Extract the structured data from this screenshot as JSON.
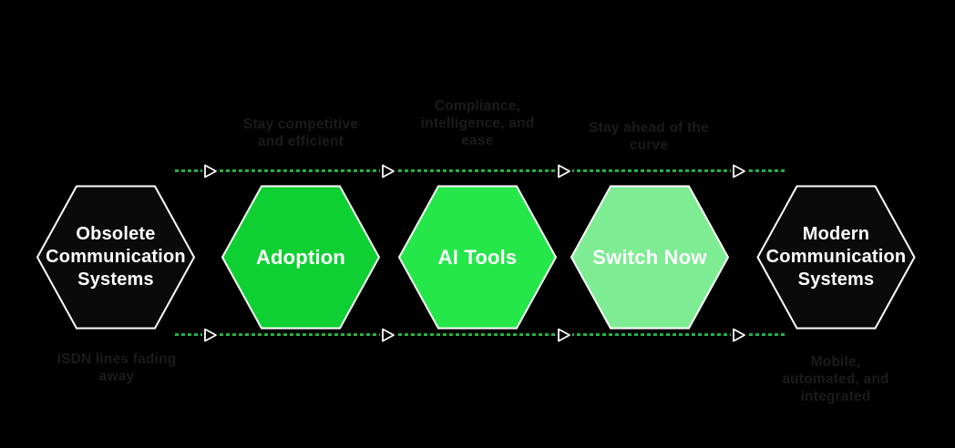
{
  "diagram": {
    "type": "process-flow",
    "background_color": "#000000",
    "flow_line": {
      "style": "dotted",
      "dash_color": "#22b144",
      "arrowhead_color": "#ffffff",
      "direction": "left-to-right"
    }
  },
  "hexagons": [
    {
      "id": "obsolete",
      "label": "Obsolete\nCommunication\nSystems",
      "fill": "#0a0a0a",
      "stroke": "#ffffff",
      "text_color": "#ffffff"
    },
    {
      "id": "adoption",
      "label": "Adoption",
      "fill": "#0fd032",
      "stroke": "#ffffff",
      "text_color": "#ffffff"
    },
    {
      "id": "ai-tools",
      "label": "AI Tools",
      "fill": "#25e74a",
      "stroke": "#ffffff",
      "text_color": "#ffffff"
    },
    {
      "id": "switch-now",
      "label": "Switch Now",
      "fill": "#7dec93",
      "stroke": "#ffffff",
      "text_color": "#ffffff"
    },
    {
      "id": "modern",
      "label": "Modern\nCommunication\nSystems",
      "fill": "#0a0a0a",
      "stroke": "#ffffff",
      "text_color": "#ffffff"
    }
  ],
  "annotations": {
    "text_color": "#1b1b1b",
    "top": [
      {
        "text": "Stay competitive\nand efficient"
      },
      {
        "text": "Compliance,\nintelligence, and\nease"
      },
      {
        "text": "Stay ahead of the\ncurve"
      }
    ],
    "bottom": [
      {
        "text": "ISDN lines fading\naway"
      },
      {
        "text": "Mobile,\nautomated, and\nintegrated"
      }
    ]
  }
}
